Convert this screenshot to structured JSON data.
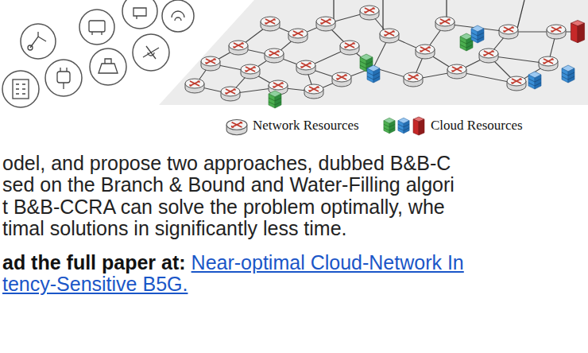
{
  "diagram": {
    "labels": [
      "odel, and propose two approaches, dubbed B&B-C",
      "sed on the Branch & Bound and Water-Filling algori",
      "t B&B-CCRA can solve the problem optimally, whe",
      "timal solutions in significantly less time.",
      "ad the full paper at:",
      "Near-optimal Cloud-Network In",
      "tency-Sensitive B5G."
    ],
    "legend": [
      {
        "text": "Network Resources"
      },
      {
        "text": "Cloud Resources"
      }
    ]
  }
}
